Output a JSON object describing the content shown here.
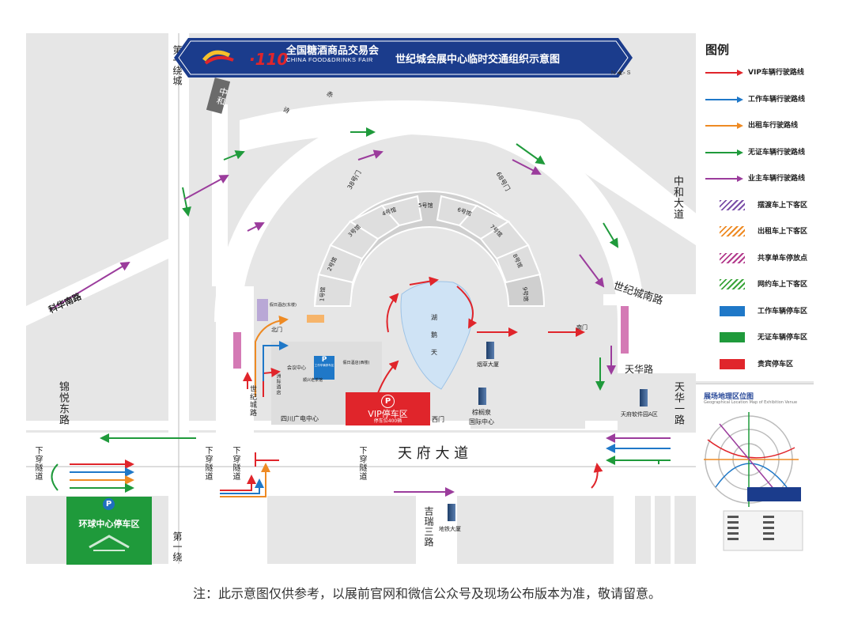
{
  "header": {
    "logo_cn": "全国糖酒商品交易会",
    "logo_en": "CHINA FOOD&DRINKS FAIR",
    "title": "世纪城会展中心临时交通组织示意图",
    "compass": "N ◀▷ S"
  },
  "legend": {
    "title": "图例",
    "items": [
      {
        "label": "VIP车辆行驶路线",
        "kind": "arrow",
        "color": "#e0252b"
      },
      {
        "label": "工作车辆行驶路线",
        "kind": "arrow",
        "color": "#1f78c8"
      },
      {
        "label": "出租车行驶路线",
        "kind": "arrow",
        "color": "#ee8a23"
      },
      {
        "label": "无证车辆行驶路线",
        "kind": "arrow",
        "color": "#1f9a3b"
      },
      {
        "label": "业主车辆行驶路线",
        "kind": "arrow",
        "color": "#9b3c9c"
      },
      {
        "label": "摆渡车上下客区",
        "kind": "hatch",
        "color": "#7b4fa8"
      },
      {
        "label": "出租车上下客区",
        "kind": "hatch",
        "color": "#ee8a23"
      },
      {
        "label": "共享单车停放点",
        "kind": "hatch",
        "color": "#b33a8c"
      },
      {
        "label": "网约车上下客区",
        "kind": "hatch",
        "color": "#3aa53a"
      },
      {
        "label": "工作车辆停车区",
        "kind": "solid",
        "color": "#1f78c8"
      },
      {
        "label": "无证车辆停车区",
        "kind": "solid",
        "color": "#1f9a3b"
      },
      {
        "label": "贵宾停车区",
        "kind": "solid",
        "color": "#e0252b"
      }
    ]
  },
  "location_map": {
    "title": "展场地理区位图",
    "subtitle": "Geographical Location Map of Exhibition Venue"
  },
  "halls": [
    "1号馆",
    "2号馆",
    "3号馆",
    "4号馆",
    "5号馆",
    "6号馆",
    "7号馆",
    "8号馆",
    "9号馆"
  ],
  "roads": {
    "ring1": "第一绕城",
    "ring1_bottom": "第一绕",
    "zhonghe": "中和",
    "kehua_south": "科华南路",
    "jinyue_east": "锦悦东路",
    "shijicheng": "世纪城路",
    "shijicheng_south": "世纪城南路",
    "zhonghe_ave": "中和大道",
    "tianhua_road": "天华路",
    "tianhua_1": "天华一路",
    "tianfu_ave": "天 府 大 道",
    "jirui_3": "吉瑞三路",
    "underpass": "下穿隧道",
    "gate38": "38号门",
    "gate68": "68号门",
    "road_chi": "赤",
    "road_shi": "诗"
  },
  "places": {
    "north_gate": "北门",
    "south_gate": "南门",
    "west_gate": "西门",
    "holiday_east": "假日酒店(东楼)",
    "holiday_west": "假日酒店(西楼)",
    "conference": "会议中心",
    "zhou_hotel": "洲际酒店",
    "tea_house": "顺兴老茶馆",
    "sichuan_tv": "四川广电中心",
    "tobacco": "烟草大厦",
    "zonglv": "棕榈泉",
    "intl_center": "国际中心",
    "tianfu_software": "天府软件园A区",
    "metro_tower": "地铁大厦",
    "lake_a": "天",
    "lake_b": "鹅",
    "lake_c": "湖",
    "work_park": "工作车辆停车区",
    "vip_park": "VIP停车区",
    "vip_capacity": "停车位400辆",
    "global_park": "环球中心停车区",
    "parking_symbol": "P"
  },
  "footer": "注：此示意图仅供参考，以展前官网和微信公众号及现场公布版本为准，敬请留意。"
}
